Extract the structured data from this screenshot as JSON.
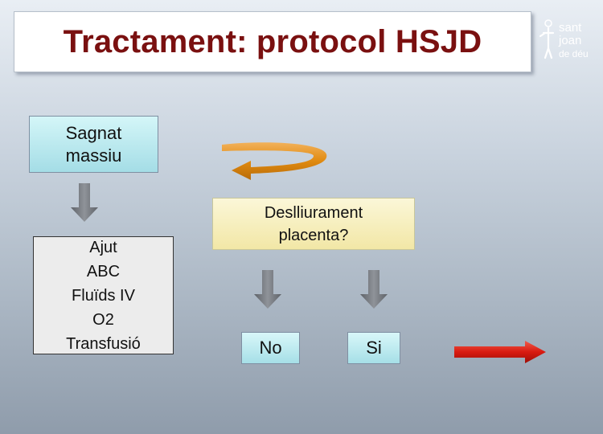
{
  "title": "Tractament: protocol HSJD",
  "logo": {
    "icon": "sant-joan-de-deu-logo-icon",
    "lines": [
      "sant",
      "joan",
      "de déu"
    ]
  },
  "nodes": {
    "sagnat": "Sagnat\nmassiu",
    "ajut": "Ajut\nABC\nFluïds IV\nO2\nTransfusió",
    "placenta": "Deslliurament\nplacenta?",
    "no": "No",
    "si": "Si"
  },
  "arrows": [
    {
      "name": "down-arrow-sagnat-to-ajut",
      "icon": "arrow-down-icon",
      "color": "#7b7f84"
    },
    {
      "name": "down-arrow-placenta-to-no",
      "icon": "arrow-down-icon",
      "color": "#7b7f84"
    },
    {
      "name": "down-arrow-placenta-to-si",
      "icon": "arrow-down-icon",
      "color": "#7b7f84"
    },
    {
      "name": "curved-arrow-cycle",
      "icon": "curved-arrow-left-icon",
      "color": "#e08a10"
    },
    {
      "name": "right-arrow-si",
      "icon": "arrow-right-icon",
      "color": "#d81a10"
    }
  ],
  "colors": {
    "title_text": "#7a1010",
    "arrow_gray": "#7b7f84",
    "arrow_orange": "#e08a10",
    "arrow_red": "#d81a10"
  }
}
